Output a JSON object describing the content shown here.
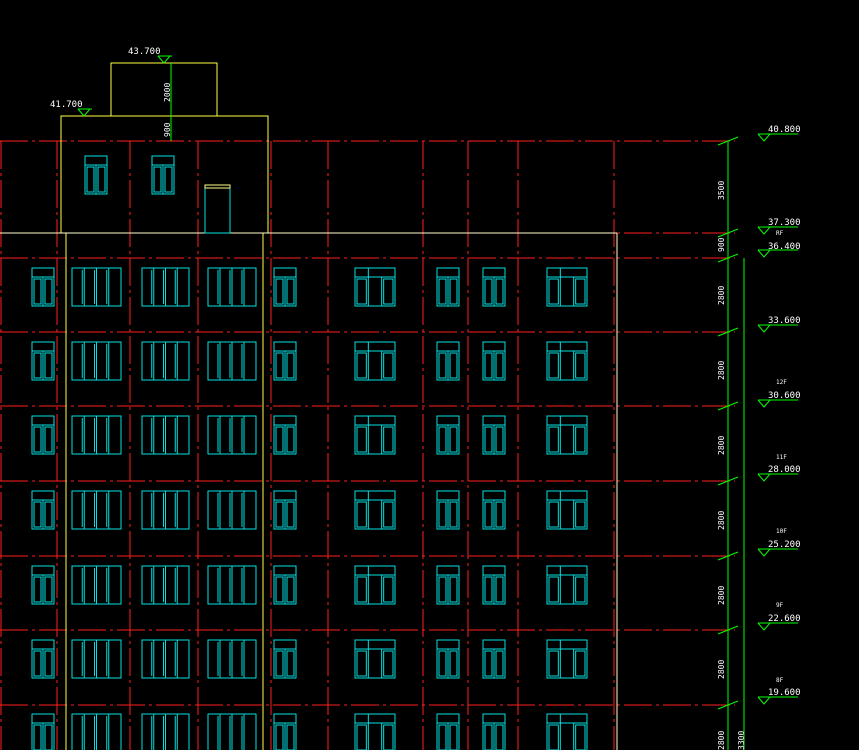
{
  "drawing": {
    "colors": {
      "background": "#000000",
      "grid": "#ff2020",
      "outline": "#ffff40",
      "window": "#00e0e0",
      "dimension": "#00ff00",
      "marker": "#00ff00",
      "text": "#ffffff"
    },
    "levels": {
      "roof_top": "43.700",
      "roof_parapet": "41.700",
      "l40800": "40.800",
      "l37300": "37.300",
      "l36400": "36.400",
      "l33600": "33.600",
      "l30600": "30.600",
      "l28000": "28.000",
      "l25200": "25.200",
      "l22600": "22.600",
      "l19600": "19.600"
    },
    "floor_tags": {
      "rf": "RF",
      "f12": "12F",
      "f11": "11F",
      "f10": "10F",
      "f9": "9F",
      "f8": "8F"
    },
    "dimensions": {
      "d2000": "2000",
      "d900_top": "900",
      "d3500": "3500",
      "d900": "900",
      "d2800_a": "2800",
      "d2800_b": "2800",
      "d2800_c": "2800",
      "d2800_d": "2800",
      "d2800_e": "2800",
      "d2800_f": "2800",
      "d2800_g": "2800",
      "d3300": "3300"
    }
  }
}
